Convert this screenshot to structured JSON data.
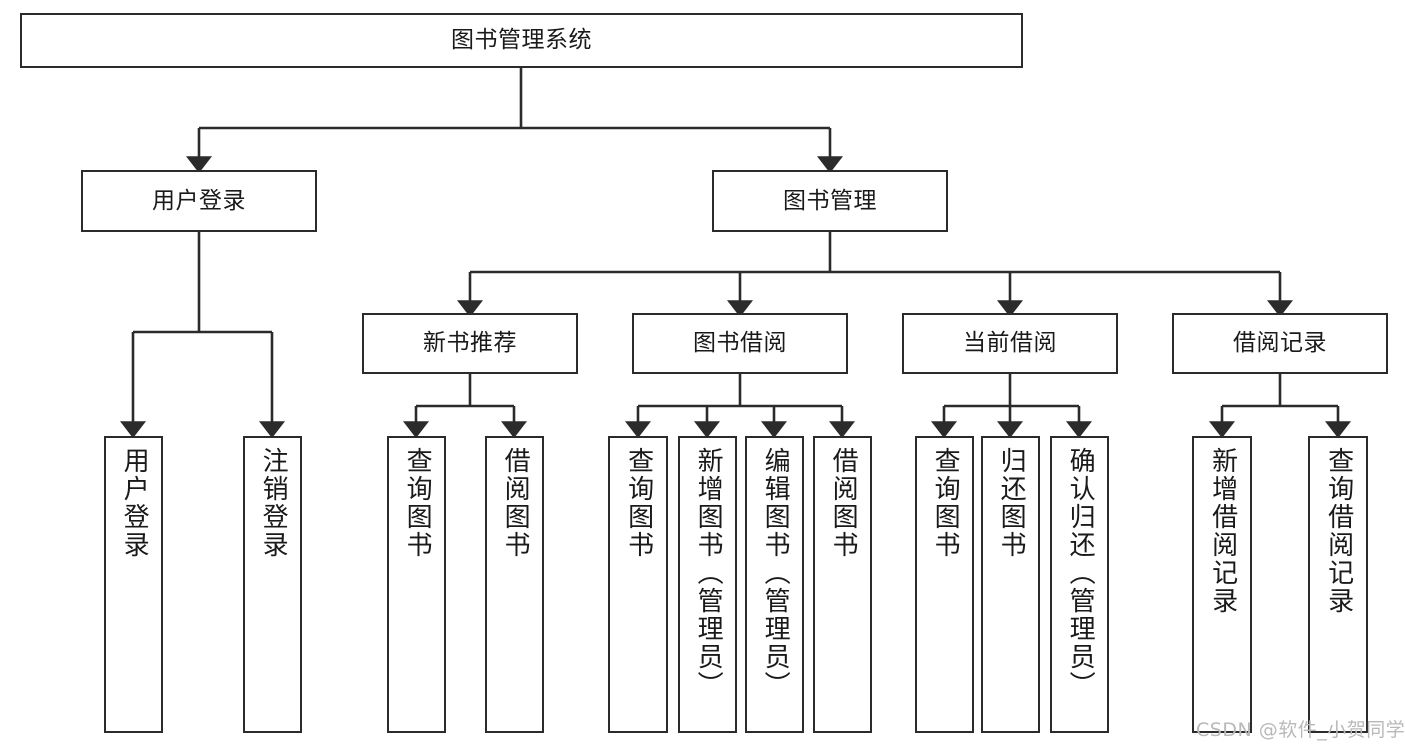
{
  "diagram": {
    "title": "图书管理系统",
    "type": "tree-hierarchy-chart",
    "orientation": "top-down",
    "colors": {
      "stroke": "#2b2b2b",
      "fill": "#ffffff",
      "text": "#1a1a1a",
      "watermark": "#b9b9b9"
    },
    "watermark": "CSDN @软件_小贺同学",
    "nodes": {
      "root": {
        "label": "图书管理系统"
      },
      "level2": [
        {
          "id": "user-login",
          "label": "用户登录"
        },
        {
          "id": "book-management",
          "label": "图书管理"
        }
      ],
      "level3": [
        {
          "id": "new-book-recommend",
          "label": "新书推荐"
        },
        {
          "id": "book-borrow",
          "label": "图书借阅"
        },
        {
          "id": "current-borrow",
          "label": "当前借阅"
        },
        {
          "id": "borrow-record",
          "label": "借阅记录"
        }
      ],
      "leaves": {
        "user_login": [
          {
            "id": "leaf-user-login",
            "label": "用户登录"
          },
          {
            "id": "leaf-logout-login",
            "label": "注销登录"
          }
        ],
        "new_book_recommend": [
          {
            "id": "leaf-query-book-1",
            "label": "查询图书"
          },
          {
            "id": "leaf-borrow-book-1",
            "label": "借阅图书"
          }
        ],
        "book_borrow": [
          {
            "id": "leaf-query-book-2",
            "label": "查询图书"
          },
          {
            "id": "leaf-add-book",
            "label": "新增图书（管理员）"
          },
          {
            "id": "leaf-edit-book",
            "label": "编辑图书（管理员）"
          },
          {
            "id": "leaf-borrow-book-2",
            "label": "借阅图书"
          }
        ],
        "current_borrow": [
          {
            "id": "leaf-query-book-3",
            "label": "查询图书"
          },
          {
            "id": "leaf-return-book",
            "label": "归还图书"
          },
          {
            "id": "leaf-confirm-return",
            "label": "确认归还（管理员）"
          }
        ],
        "borrow_record": [
          {
            "id": "leaf-add-borrow-record",
            "label": "新增借阅记录"
          },
          {
            "id": "leaf-query-borrow-record",
            "label": "查询借阅记录"
          }
        ]
      }
    }
  }
}
